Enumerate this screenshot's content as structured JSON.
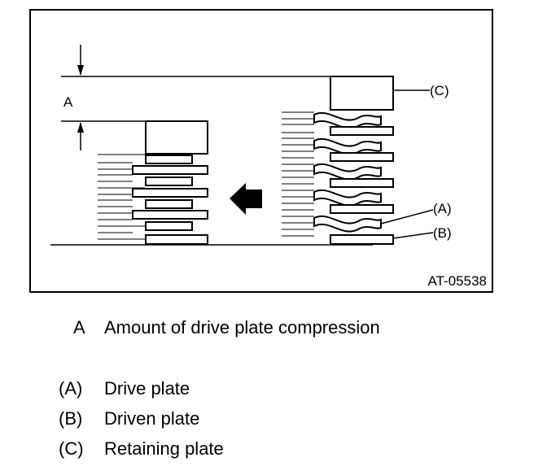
{
  "figure": {
    "code": "AT-05538",
    "dimension_label": "A",
    "callouts": {
      "drive_plate": "(A)",
      "driven_plate": "(B)",
      "retaining_plate": "(C)"
    }
  },
  "legend": [
    {
      "key": "A",
      "text": "Amount of drive plate compression"
    },
    {
      "key": "(A)",
      "text": "Drive plate"
    },
    {
      "key": "(B)",
      "text": "Driven plate"
    },
    {
      "key": "(C)",
      "text": "Retaining plate"
    }
  ]
}
